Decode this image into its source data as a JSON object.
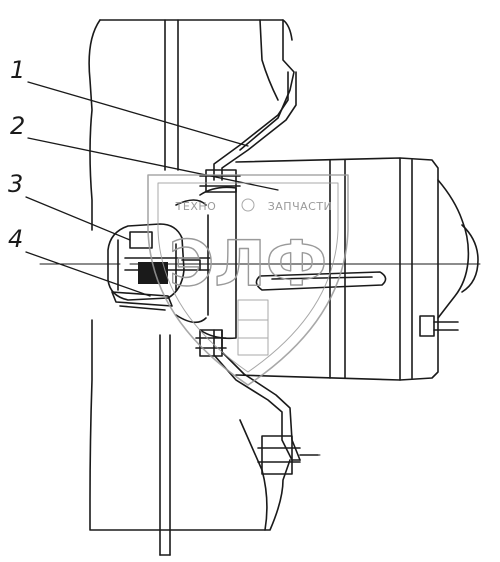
{
  "callouts": [
    {
      "id": "1",
      "label": "1"
    },
    {
      "id": "2",
      "label": "2"
    },
    {
      "id": "3",
      "label": "3"
    },
    {
      "id": "4",
      "label": "4"
    }
  ],
  "watermark": {
    "text_left": "ТЕХНО",
    "text_right": "ЗАПЧАСТИ",
    "logo_letters": "ЭЛФ"
  },
  "colors": {
    "line": "#1a1a1a",
    "watermark": "#9a9a9a"
  }
}
